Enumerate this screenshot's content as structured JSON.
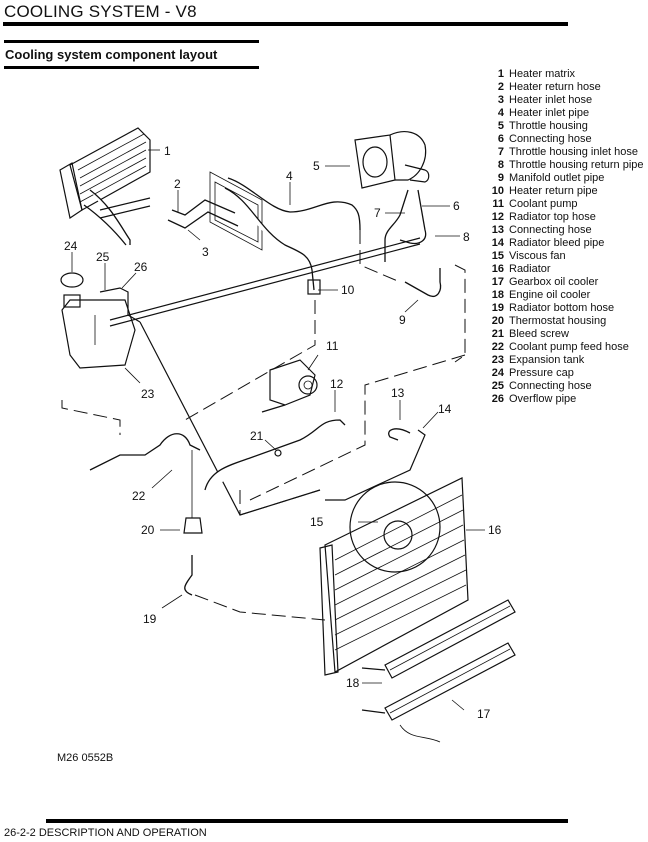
{
  "header": {
    "title": "COOLING SYSTEM - V8"
  },
  "section": {
    "title": "Cooling system component layout"
  },
  "legend": [
    {
      "num": "1",
      "label": "Heater matrix"
    },
    {
      "num": "2",
      "label": "Heater return hose"
    },
    {
      "num": "3",
      "label": "Heater inlet hose"
    },
    {
      "num": "4",
      "label": "Heater inlet pipe"
    },
    {
      "num": "5",
      "label": "Throttle housing"
    },
    {
      "num": "6",
      "label": "Connecting hose"
    },
    {
      "num": "7",
      "label": "Throttle housing inlet hose"
    },
    {
      "num": "8",
      "label": "Throttle housing return pipe"
    },
    {
      "num": "9",
      "label": "Manifold outlet pipe"
    },
    {
      "num": "10",
      "label": "Heater return pipe"
    },
    {
      "num": "11",
      "label": "Coolant pump"
    },
    {
      "num": "12",
      "label": "Radiator top hose"
    },
    {
      "num": "13",
      "label": "Connecting hose"
    },
    {
      "num": "14",
      "label": "Radiator bleed pipe"
    },
    {
      "num": "15",
      "label": "Viscous fan"
    },
    {
      "num": "16",
      "label": "Radiator"
    },
    {
      "num": "17",
      "label": "Gearbox oil cooler"
    },
    {
      "num": "18",
      "label": "Engine oil cooler"
    },
    {
      "num": "19",
      "label": "Radiator bottom hose"
    },
    {
      "num": "20",
      "label": "Thermostat housing"
    },
    {
      "num": "21",
      "label": "Bleed screw"
    },
    {
      "num": "22",
      "label": "Coolant pump feed hose"
    },
    {
      "num": "23",
      "label": "Expansion tank"
    },
    {
      "num": "24",
      "label": "Pressure cap"
    },
    {
      "num": "25",
      "label": "Connecting hose"
    },
    {
      "num": "26",
      "label": "Overflow pipe"
    }
  ],
  "diagram": {
    "callouts": [
      "1",
      "2",
      "3",
      "4",
      "5",
      "6",
      "7",
      "8",
      "9",
      "10",
      "11",
      "12",
      "13",
      "14",
      "15",
      "16",
      "17",
      "18",
      "19",
      "20",
      "21",
      "22",
      "23",
      "24",
      "25",
      "26"
    ],
    "figure_id": "M26 0552B"
  },
  "footer": {
    "page_ref": "26-2-2  DESCRIPTION AND OPERATION"
  }
}
